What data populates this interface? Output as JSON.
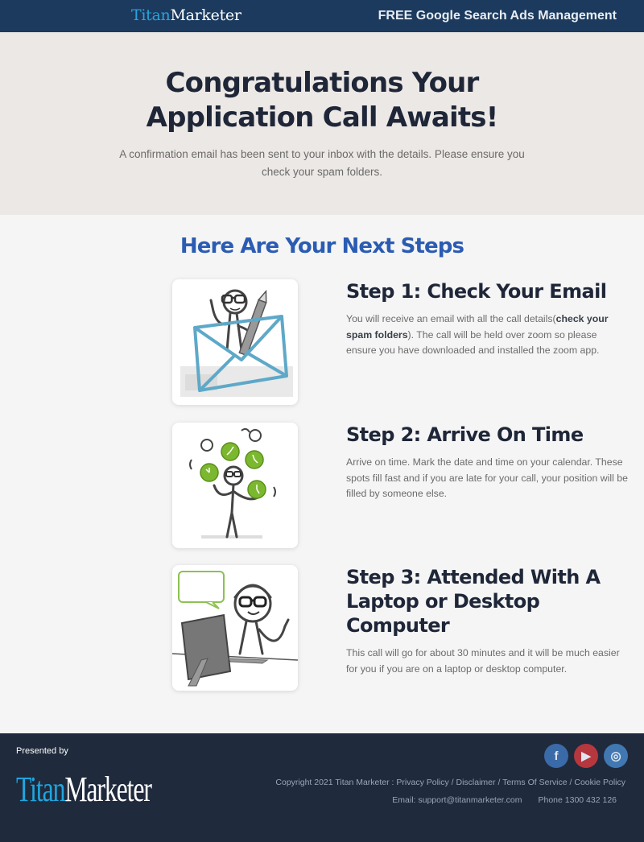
{
  "topbar": {
    "logo_part1": "Titan",
    "logo_part2": "Marketer",
    "tagline": "FREE Google Search Ads Management"
  },
  "hero": {
    "title_line1": "Congratulations Your",
    "title_line2": "Application Call Awaits!",
    "subtitle": "A confirmation email has been sent to your inbox with the details. Please ensure you check your spam folders."
  },
  "steps_section": {
    "heading": "Here Are Your Next Steps",
    "steps": [
      {
        "title": "Step 1: Check Your Email",
        "body_pre": "You will receive an email with all the call details(",
        "body_bold": "check your spam folders",
        "body_post": "). The call will be held over zoom so please ensure you have downloaded and installed the zoom app.",
        "image": "stickman-envelope-illustration"
      },
      {
        "title": "Step 2: Arrive On Time",
        "body": "Arrive on time. Mark the date and time on your calendar. These spots fill fast and if you are late for your call, your position will be filled by someone else.",
        "image": "stickman-juggling-clocks-illustration"
      },
      {
        "title": "Step 3: Attended With A Laptop or Desktop Computer",
        "body": "This call will go for about 30 minutes and it will be much easier for you if you are on a laptop or desktop computer.",
        "image": "stickman-computer-headset-illustration"
      }
    ]
  },
  "footer": {
    "presented_by": "Presented by",
    "logo_part1": "Titan",
    "logo_part2": "Marketer",
    "socials": [
      {
        "name": "facebook",
        "glyph": "f",
        "color": "#3a6aa8"
      },
      {
        "name": "youtube",
        "glyph": "▶",
        "color": "#b7373f"
      },
      {
        "name": "instagram",
        "glyph": "◎",
        "color": "#4278b2"
      }
    ],
    "copyright": "Copyright 2021 Titan Marketer : ",
    "links": [
      "Privacy Policy",
      "Disclaimer",
      "Terms Of Service",
      "Cookie Policy"
    ],
    "link_separator": " / ",
    "email": "Email: support@titanmarketer.com",
    "phone": "Phone  1300 432 126"
  },
  "colors": {
    "topbar_bg": "#1b3a5e",
    "brand_blue": "#2aa3dc",
    "heading_blue": "#2b5cb3",
    "dark_text": "#1e2638",
    "footer_bg": "#1f2a3c",
    "illustration_green": "#7cb82f",
    "envelope_blue": "#5ea8c8"
  }
}
